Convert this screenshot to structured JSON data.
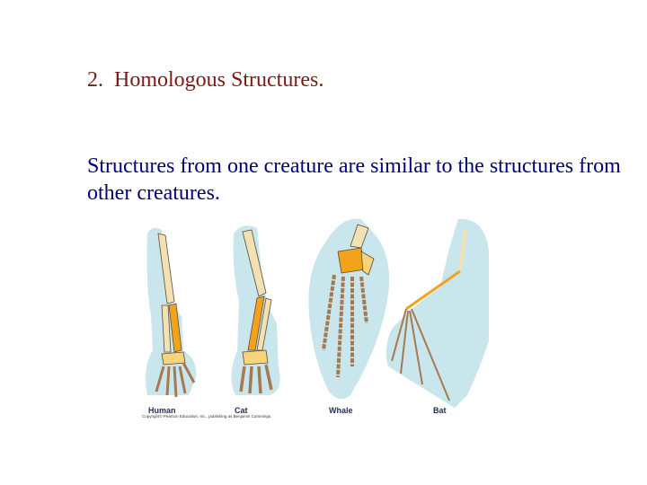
{
  "slide": {
    "title_number": "2.",
    "title_text": "Homologous Structures.",
    "body_text": "Structures from one creature are similar to the structures from other creatures."
  },
  "figure": {
    "labels": {
      "human": "Human",
      "cat": "Cat",
      "whale": "Whale",
      "bat": "Bat"
    },
    "copyright": "Copyright© Pearson Education, Inc., publishing as Benjamin Cummings.",
    "colors": {
      "background_silhouette": "#c9e6ec",
      "upper_arm_bone": "#f2e2b3",
      "forearm_bone": "#f3a31a",
      "carpal_bone": "#f7d37a",
      "finger_bone": "#a57a52",
      "outline": "#5b4a3a"
    }
  }
}
